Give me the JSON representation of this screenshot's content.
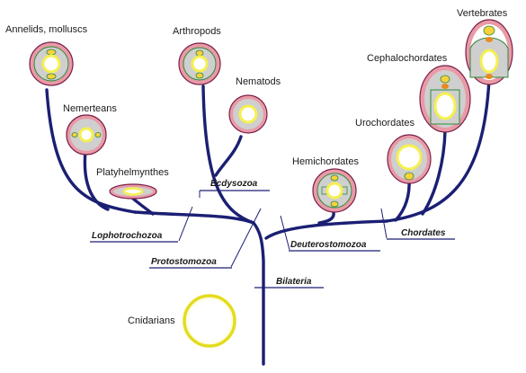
{
  "taxa": {
    "annelids": "Annelids, molluscs",
    "nemerteans": "Nemerteans",
    "platyhelminthes": "Platyhelmynthes",
    "arthropods": "Arthropods",
    "nematods": "Nematods",
    "hemichordates": "Hemichordates",
    "urochordates": "Urochordates",
    "cephalochordates": "Cephalochordates",
    "vertebrates": "Vertebrates",
    "cnidarians": "Cnidarians"
  },
  "clades": {
    "ecdysozoa": "Ecdysozoa",
    "lophotrochozoa": "Lophotrochozoa",
    "protostomozoa": "Protostomozoa",
    "deuterostomozoa": "Deuterostomozoa",
    "chordates": "Chordates",
    "bilateria": "Bilateria"
  },
  "colors": {
    "branch": "#1b1f73",
    "ectoderm": "#e89aa6",
    "body_cavity": "#cfcfcf",
    "gut": "#f5f050",
    "nerve_cord": "#f7d23a",
    "notochord": "#e88a1e",
    "mesoderm_outline": "#2e8b3a"
  }
}
